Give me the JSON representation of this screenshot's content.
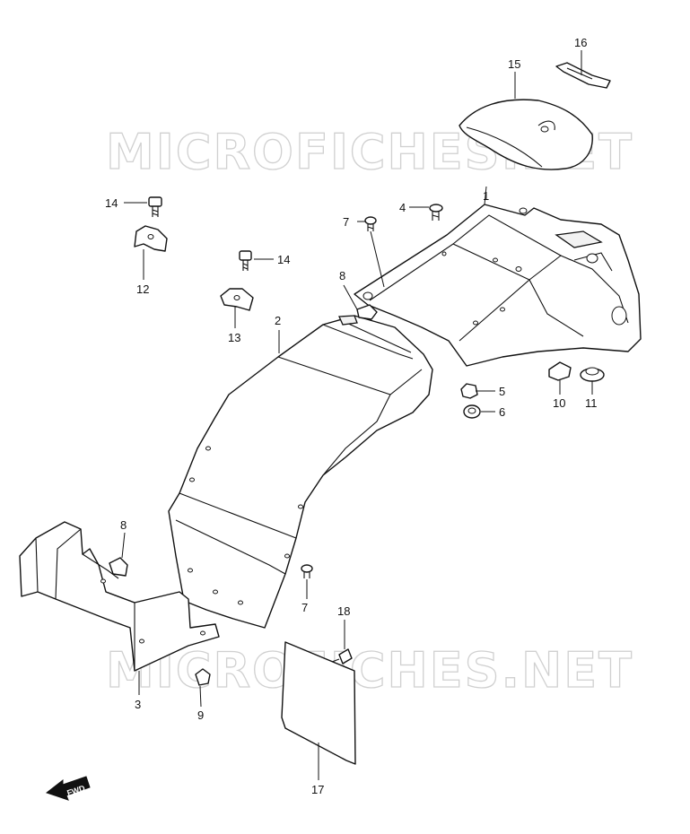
{
  "watermark": {
    "text": "MICROFICHES.NET"
  },
  "fwd_arrow": {
    "label": "FWD"
  },
  "callouts": [
    {
      "id": "c1",
      "number": "1"
    },
    {
      "id": "c2",
      "number": "2"
    },
    {
      "id": "c3",
      "number": "3"
    },
    {
      "id": "c4",
      "number": "4"
    },
    {
      "id": "c5",
      "number": "5"
    },
    {
      "id": "c6",
      "number": "6"
    },
    {
      "id": "c7a",
      "number": "7"
    },
    {
      "id": "c7b",
      "number": "7"
    },
    {
      "id": "c8a",
      "number": "8"
    },
    {
      "id": "c8b",
      "number": "8"
    },
    {
      "id": "c9",
      "number": "9"
    },
    {
      "id": "c10",
      "number": "10"
    },
    {
      "id": "c11",
      "number": "11"
    },
    {
      "id": "c12",
      "number": "12"
    },
    {
      "id": "c13",
      "number": "13"
    },
    {
      "id": "c14a",
      "number": "14"
    },
    {
      "id": "c14b",
      "number": "14"
    },
    {
      "id": "c15",
      "number": "15"
    },
    {
      "id": "c16",
      "number": "16"
    },
    {
      "id": "c17",
      "number": "17"
    },
    {
      "id": "c18",
      "number": "18"
    }
  ]
}
